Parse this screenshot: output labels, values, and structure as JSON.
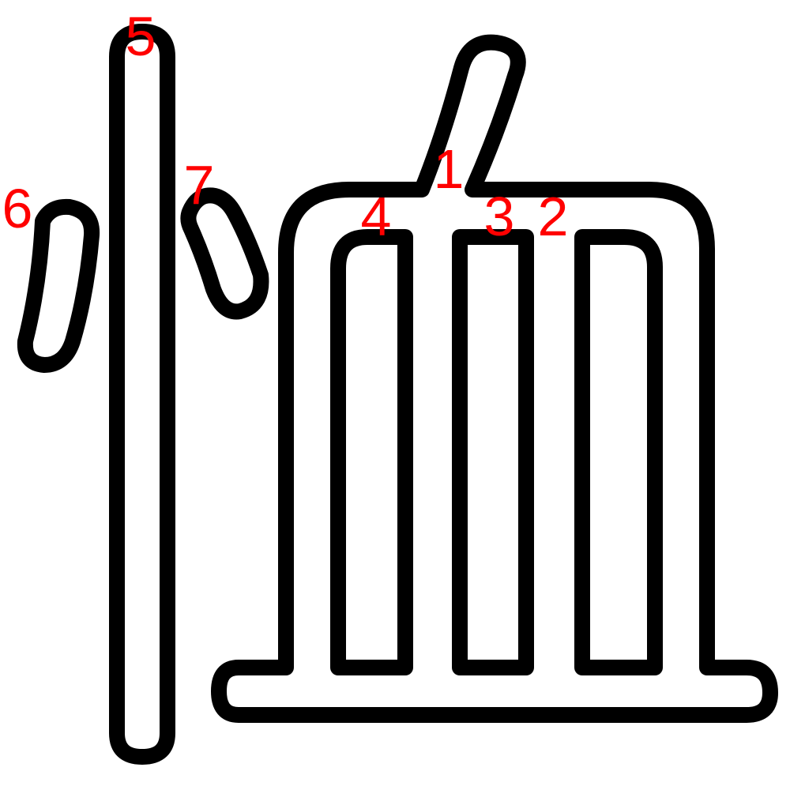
{
  "colors": {
    "background": "#ffffff",
    "outline": "#000000",
    "stroke_number": "#ff0000"
  },
  "stroke_numbers": {
    "n1": "1",
    "n2": "2",
    "n3": "3",
    "n4": "4",
    "n5": "5",
    "n6": "6",
    "n7": "7"
  }
}
